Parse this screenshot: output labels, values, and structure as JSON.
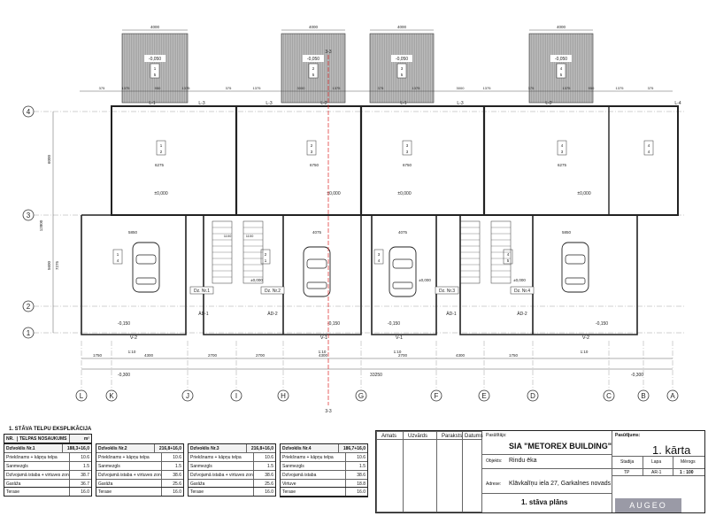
{
  "plan": {
    "grid_rows": [
      "4",
      "3",
      "2",
      "1"
    ],
    "grid_cols": [
      "L",
      "K",
      "J",
      "I",
      "H",
      "G",
      "F",
      "E",
      "D",
      "C",
      "B",
      "A"
    ],
    "top_widths": [
      "4000",
      "4000",
      "4000",
      "4000"
    ],
    "terrace_levels": [
      "-0,050",
      "-0,050",
      "-0,050",
      "-0,050"
    ],
    "terrace_tags": [
      "1\n5",
      "2\n5",
      "3\n5",
      "4\n5"
    ],
    "room_tags": [
      "1\n2",
      "2\n3",
      "3\n3",
      "4\n3",
      "1\n4",
      "2\n1",
      "3\n4",
      "4\n5",
      "4\n4"
    ],
    "floor_zero": "±0,000",
    "garage_levels": [
      "-0,150",
      "-0,150",
      "-0,150",
      "-0,150"
    ],
    "door_tags": [
      "Dz. Nr.1",
      "Dz. Nr.2",
      "Dz. Nr.3",
      "Dz. Nr.4"
    ],
    "gates": [
      "V-2",
      "V-1",
      "V-1",
      "V-2"
    ],
    "scale_tags": [
      "1:10",
      "1:10",
      "1:10",
      "1:10"
    ],
    "ad_tags": [
      "ĀD-1",
      "ĀD-2",
      "ĀD-1",
      "ĀD-2"
    ],
    "window_tags": [
      "L-1",
      "L-3",
      "L-3",
      "L-2",
      "L-1",
      "L-3",
      "L-2",
      "L-4"
    ],
    "dims_inner": [
      "6275",
      "6750",
      "6750",
      "6275"
    ],
    "dims_garage": [
      "5850",
      "4075",
      "4075",
      "5850"
    ],
    "dims_bottom": [
      "1750",
      "4300",
      "2700",
      "2700",
      "4300",
      "2700",
      "4300",
      "1750"
    ],
    "dims_top": [
      "375",
      "1375",
      "950",
      "1375",
      "375",
      "1375",
      "3000",
      "1375",
      "375",
      "1375",
      "3000",
      "1375",
      "375",
      "1375",
      "950",
      "1375",
      "375"
    ],
    "total_width": "33250",
    "side_dims": [
      "6000",
      "12800",
      "5600",
      "7275"
    ],
    "section_tag": "3-3",
    "bottom_level": "-0,300",
    "stair_marks": [
      "1100",
      "1100"
    ]
  },
  "legend": {
    "title": "1. STĀVA TELPU EKSPLIKĀCIJA",
    "head_nr": "NR.",
    "head_name": "TELPAS NOSAUKUMS",
    "head_unit": "m²",
    "tables": [
      {
        "title": "Dzīvoklis Nr.1",
        "area": "188,3+16,0",
        "rows": [
          [
            "Priekšnams + kāpņu telpa",
            "10.6"
          ],
          [
            "Sanmezgls",
            "1.5"
          ],
          [
            "Dzīvojamā istaba + virtuves zona",
            "38.7"
          ],
          [
            "Garāža",
            "36.7"
          ]
        ],
        "terrace": [
          "Terase",
          "16.0"
        ]
      },
      {
        "title": "Dzīvoklis Nr.2",
        "area": "216,8+16,0",
        "rows": [
          [
            "Priekšnams + kāpņu telpa",
            "10.6"
          ],
          [
            "Sanmezgls",
            "1.5"
          ],
          [
            "Dzīvojamā istaba + virtuves zona",
            "38.6"
          ],
          [
            "Garāža",
            "25.6"
          ]
        ],
        "terrace": [
          "Terase",
          "16.0"
        ]
      },
      {
        "title": "Dzīvoklis Nr.3",
        "area": "216,8+16,0",
        "rows": [
          [
            "Priekšnams + kāpņu telpa",
            "10.6"
          ],
          [
            "Sanmezgls",
            "1.5"
          ],
          [
            "Dzīvojamā istaba + virtuves zona",
            "38.6"
          ],
          [
            "Garāža",
            "25.6"
          ]
        ],
        "terrace": [
          "Terase",
          "16.0"
        ]
      },
      {
        "title": "Dzīvoklis Nr.4",
        "area": "186,7+16,0",
        "rows": [
          [
            "Priekšnams + kāpņu telpa",
            "10.6"
          ],
          [
            "Sanmezgls",
            "1.5"
          ],
          [
            "Dzīvojamā istaba",
            "38.6"
          ],
          [
            "Virtuve",
            "18.8"
          ],
          [
            "Garāža",
            "36.7"
          ]
        ],
        "terrace": [
          "Terase",
          "16.0"
        ]
      }
    ]
  },
  "titleblock": {
    "cols": [
      "Amats",
      "Uzvārds",
      "Paraksts",
      "Datums"
    ],
    "project_label": "Pasūtītājs:",
    "client": "SIA \"METOREX BUILDING\"",
    "object_label": "Objekts:",
    "object": "Rindu ēka",
    "address_label": "Adrese:",
    "address": "Klāvkalīņu iela 27, Garkalnes novads",
    "drawing": "1. stāva plāns",
    "sheet_label": "Pasūtījums:",
    "sheet": "1. kārta",
    "stage_label": "Stadija",
    "page_label": "Lapa",
    "scale_label": "Mērogs",
    "stage": "TP",
    "page": "AR-1",
    "scale": "1 : 100",
    "logo": "AUGEO"
  }
}
